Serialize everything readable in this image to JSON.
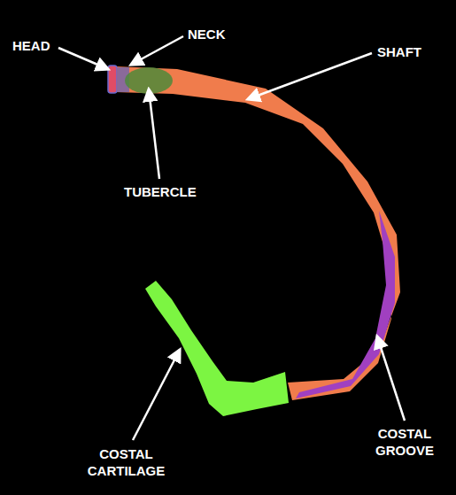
{
  "diagram": {
    "labels": [
      "HEAD",
      "NECK",
      "SHAFT",
      "TUBERCLE",
      "COSTAL CARTILAGE",
      "COSTAL GROOVE"
    ]
  }
}
